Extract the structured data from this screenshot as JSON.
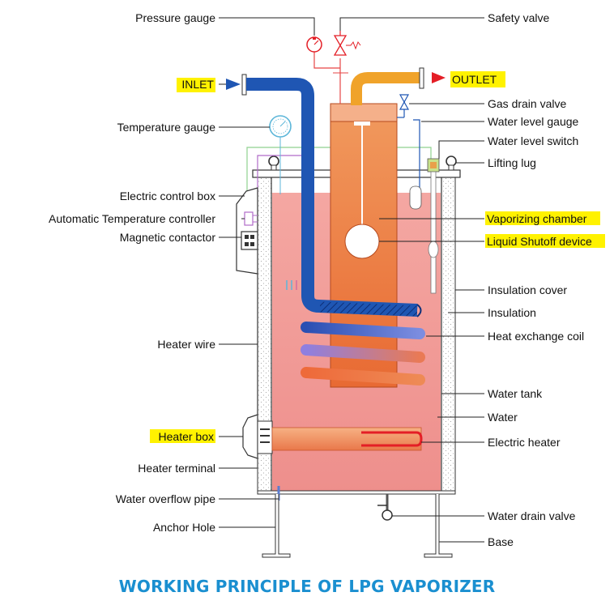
{
  "title": "WORKING PRINCIPLE OF LPG VAPORIZER",
  "colors": {
    "highlight": "#fff200",
    "water": "#f3a5a0",
    "chamber": "#e9773d",
    "inlet_pipe": "#1f56b3",
    "outlet_pipe": "#f0a32a",
    "title": "#1a8fd0",
    "red_arrow": "#e41e26"
  },
  "labels": {
    "pressure_gauge": "Pressure gauge",
    "safety_valve": "Safety valve",
    "inlet": "INLET",
    "outlet": "OUTLET",
    "gas_drain_valve": "Gas drain valve",
    "temperature_gauge": "Temperature gauge",
    "water_level_gauge": "Water level gauge",
    "water_level_switch": "Water level switch",
    "lifting_lug": "Lifting lug",
    "electric_control_box": "Electric control box",
    "automatic_temperature_controller": "Automatic Temperature controller",
    "magnetic_contactor": "Magnetic contactor",
    "vaporizing_chamber": "Vaporizing chamber",
    "liquid_shutoff_device": "Liquid Shutoff device",
    "insulation_cover": "Insulation cover",
    "insulation": "Insulation",
    "heat_exchange_coil": "Heat exchange coil",
    "heater_wire": "Heater wire",
    "water_tank": "Water tank",
    "water": "Water",
    "heater_box": "Heater box",
    "electric_heater": "Electric heater",
    "heater_terminal": "Heater terminal",
    "water_overflow_pipe": "Water overflow pipe",
    "water_drain_valve": "Water drain valve",
    "anchor_hole": "Anchor Hole",
    "base": "Base"
  },
  "icons": {
    "pressure_gauge": "pressure-gauge-icon",
    "temperature_gauge": "temperature-gauge-icon",
    "safety_valve": "safety-valve-icon",
    "gas_drain_valve": "gas-drain-valve-icon",
    "inlet_arrow": "right-arrow-icon",
    "outlet_arrow": "red-right-arrow-icon"
  }
}
